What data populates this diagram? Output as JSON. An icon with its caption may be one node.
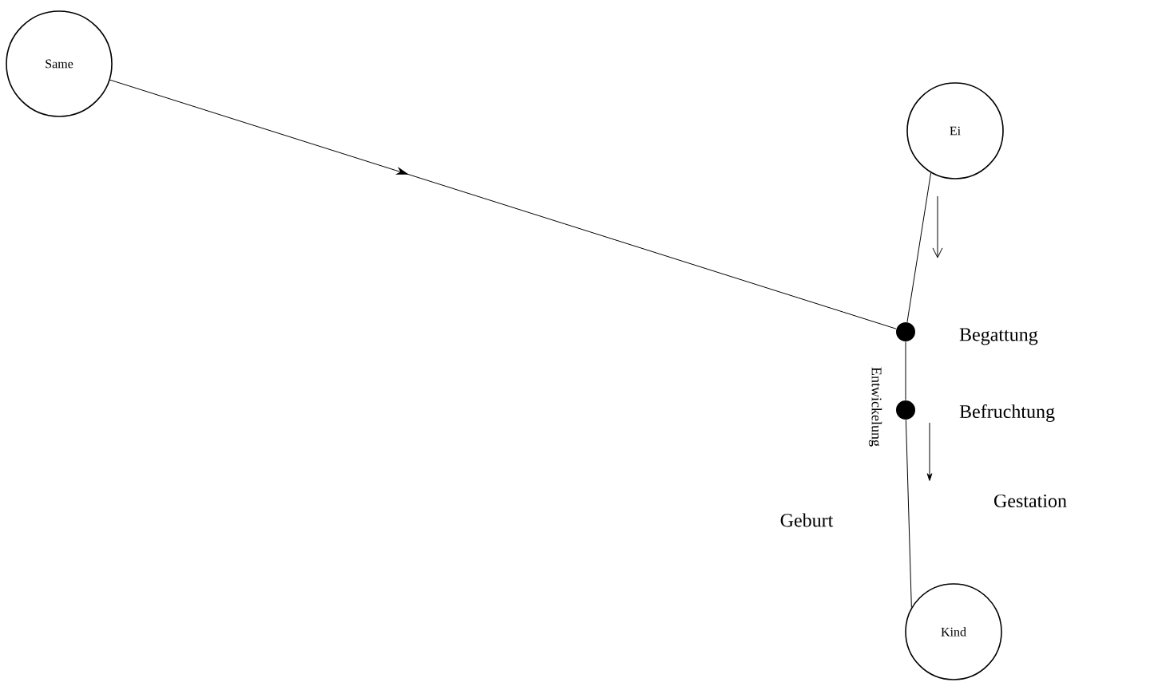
{
  "diagram": {
    "nodes": [
      {
        "text": [
          "Same"
        ]
      },
      {
        "text": [
          "Ei"
        ]
      },
      {
        "text": [],
        "shape": "circle",
        "beside": [
          "Begattung"
        ]
      },
      {
        "text": [],
        "shape": "circle",
        "beside": [
          "Befruchtung"
        ]
      },
      {
        "text": [
          "Kind"
        ]
      }
    ],
    "edges": [
      {
        "from": 0,
        "to": 2,
        "arrow": "to"
      },
      {
        "from": 1,
        "to": 2,
        "arrow": "none"
      },
      {
        "from": 2,
        "to": 3,
        "arrow": "none"
      },
      {
        "from": 3,
        "to": 4,
        "arrow": "none"
      }
    ],
    "labels": [
      "Entwickelung",
      "Geburt",
      "Gestation"
    ]
  }
}
